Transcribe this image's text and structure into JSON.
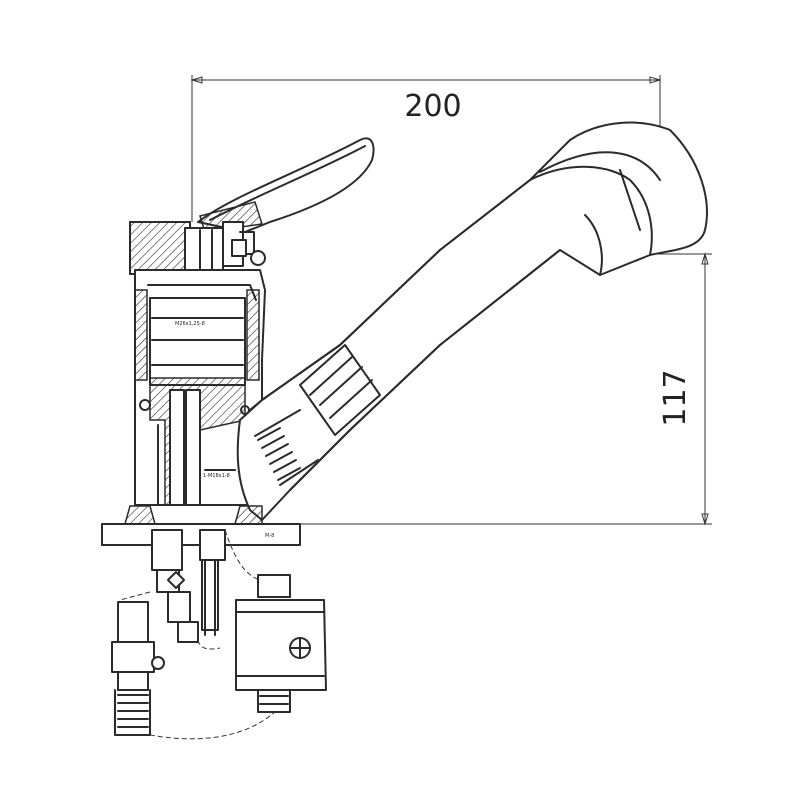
{
  "dimensions": {
    "width_label": "200",
    "height_label": "117"
  },
  "callouts": {
    "thread_top": "M26x1,25-8",
    "thread_mid": "1-M18x1-8",
    "thread_right": "M-8"
  },
  "colors": {
    "line": "#2b2b2b",
    "background": "#ffffff"
  }
}
